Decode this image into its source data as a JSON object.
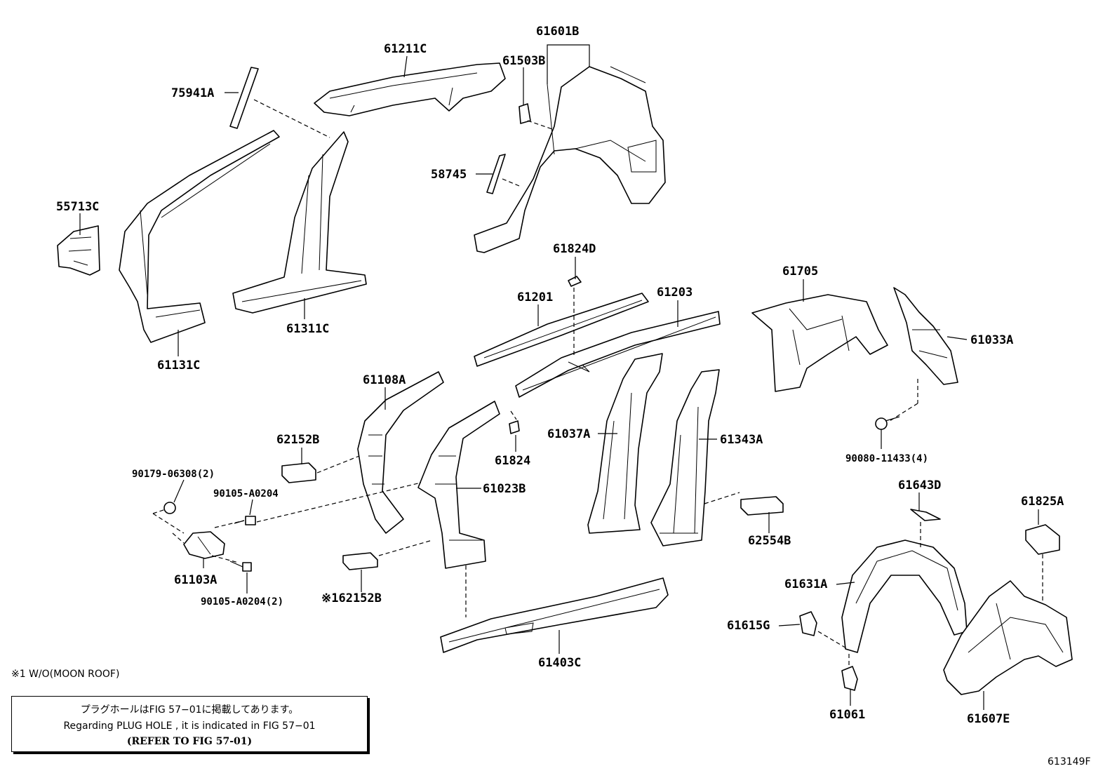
{
  "labels": {
    "p61601B": "61601B",
    "p61211C": "61211C",
    "p61503B": "61503B",
    "p75941A": "75941A",
    "p58745": "58745",
    "p55713C": "55713C",
    "p61311C": "61311C",
    "p61131C": "61131C",
    "p61824D": "61824D",
    "p61201": "61201",
    "p61203": "61203",
    "p61705": "61705",
    "p61033A": "61033A",
    "p61108A": "61108A",
    "p62152B": "62152B",
    "p61824": "61824",
    "p61037A": "61037A",
    "p61343A": "61343A",
    "p90080_11433": "90080-11433(4)",
    "p90179_06308": "90179-06308(2)",
    "p90105_A0204": "90105-A0204",
    "p61023B": "61023B",
    "p61643D": "61643D",
    "p61825A": "61825A",
    "p62554B": "62554B",
    "p61103A": "61103A",
    "p90105_A0204_2": "90105-A0204(2)",
    "p62152B_1": "※162152B",
    "p61631A": "61631A",
    "p61615G": "61615G",
    "p61403C": "61403C",
    "p61061": "61061",
    "p61607E": "61607E"
  },
  "footnote": "※1 W/O(MOON ROOF)",
  "notice": {
    "line1": "プラグホールはFIG 57−01に掲載してあります。",
    "line2": "Regarding  PLUG  HOLE , it is indicated in FIG  57−01",
    "line3": "(REFER TO FIG 57-01)"
  },
  "figure_id": "613149F"
}
